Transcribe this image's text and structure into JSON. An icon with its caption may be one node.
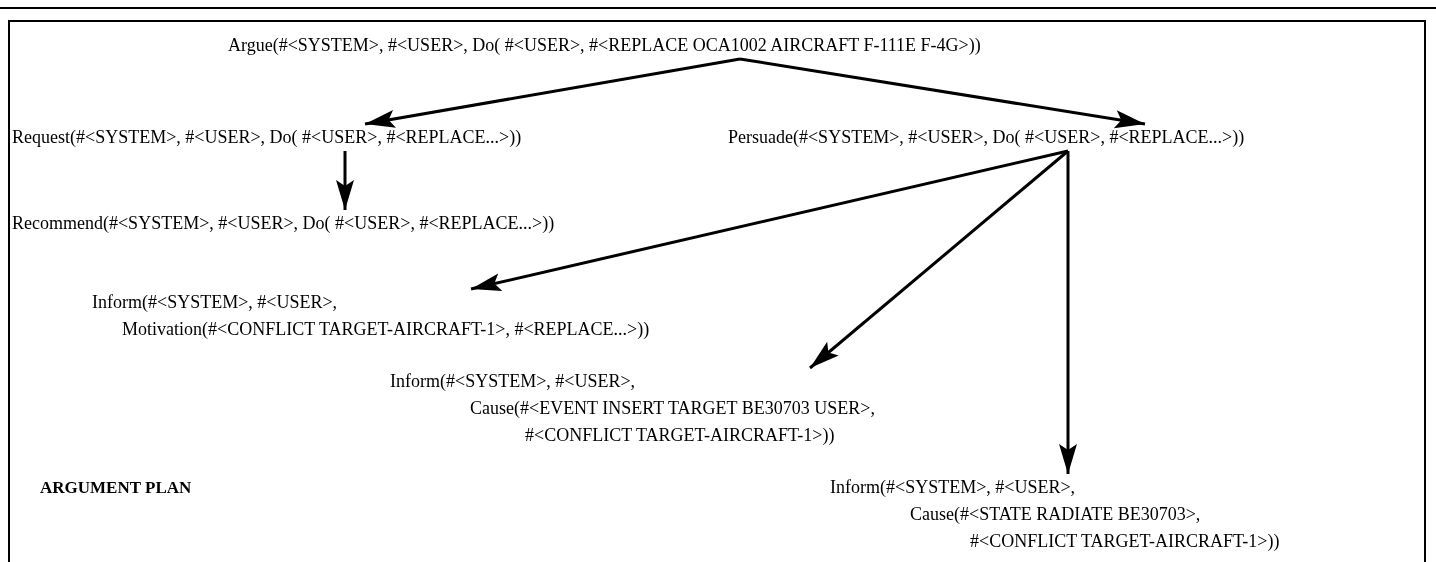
{
  "diagram": {
    "nodes": [
      {
        "text": [
          "Argue(#<SYSTEM>, #<USER>, Do( #<USER>, #<REPLACE OCA1002 AIRCRAFT F-111E F-4G>))"
        ]
      },
      {
        "text": [
          "Request(#<SYSTEM>, #<USER>, Do( #<USER>, #<REPLACE...>))"
        ]
      },
      {
        "text": [
          "Persuade(#<SYSTEM>, #<USER>, Do( #<USER>, #<REPLACE...>))"
        ]
      },
      {
        "text": [
          "Recommend(#<SYSTEM>, #<USER>, Do( #<USER>, #<REPLACE...>))"
        ]
      },
      {
        "text": [
          "Inform(#<SYSTEM>, #<USER>,",
          "Motivation(#<CONFLICT TARGET-AIRCRAFT-1>, #<REPLACE...>))"
        ]
      },
      {
        "text": [
          "Inform(#<SYSTEM>, #<USER>,",
          "Cause(#<EVENT INSERT TARGET BE30703 USER>,",
          "#<CONFLICT TARGET-AIRCRAFT-1>))"
        ]
      },
      {
        "text": [
          "Inform(#<SYSTEM>, #<USER>,",
          "Cause(#<STATE RADIATE BE30703>,",
          "#<CONFLICT TARGET-AIRCRAFT-1>))"
        ]
      }
    ],
    "edges": [
      {
        "from": 0,
        "to": 1,
        "arrow": "to"
      },
      {
        "from": 0,
        "to": 2,
        "arrow": "to"
      },
      {
        "from": 1,
        "to": 3,
        "arrow": "to"
      },
      {
        "from": 2,
        "to": 4,
        "arrow": "to"
      },
      {
        "from": 2,
        "to": 5,
        "arrow": "to"
      },
      {
        "from": 2,
        "to": 6,
        "arrow": "to"
      }
    ],
    "labels": [
      "ARGUMENT PLAN"
    ]
  }
}
